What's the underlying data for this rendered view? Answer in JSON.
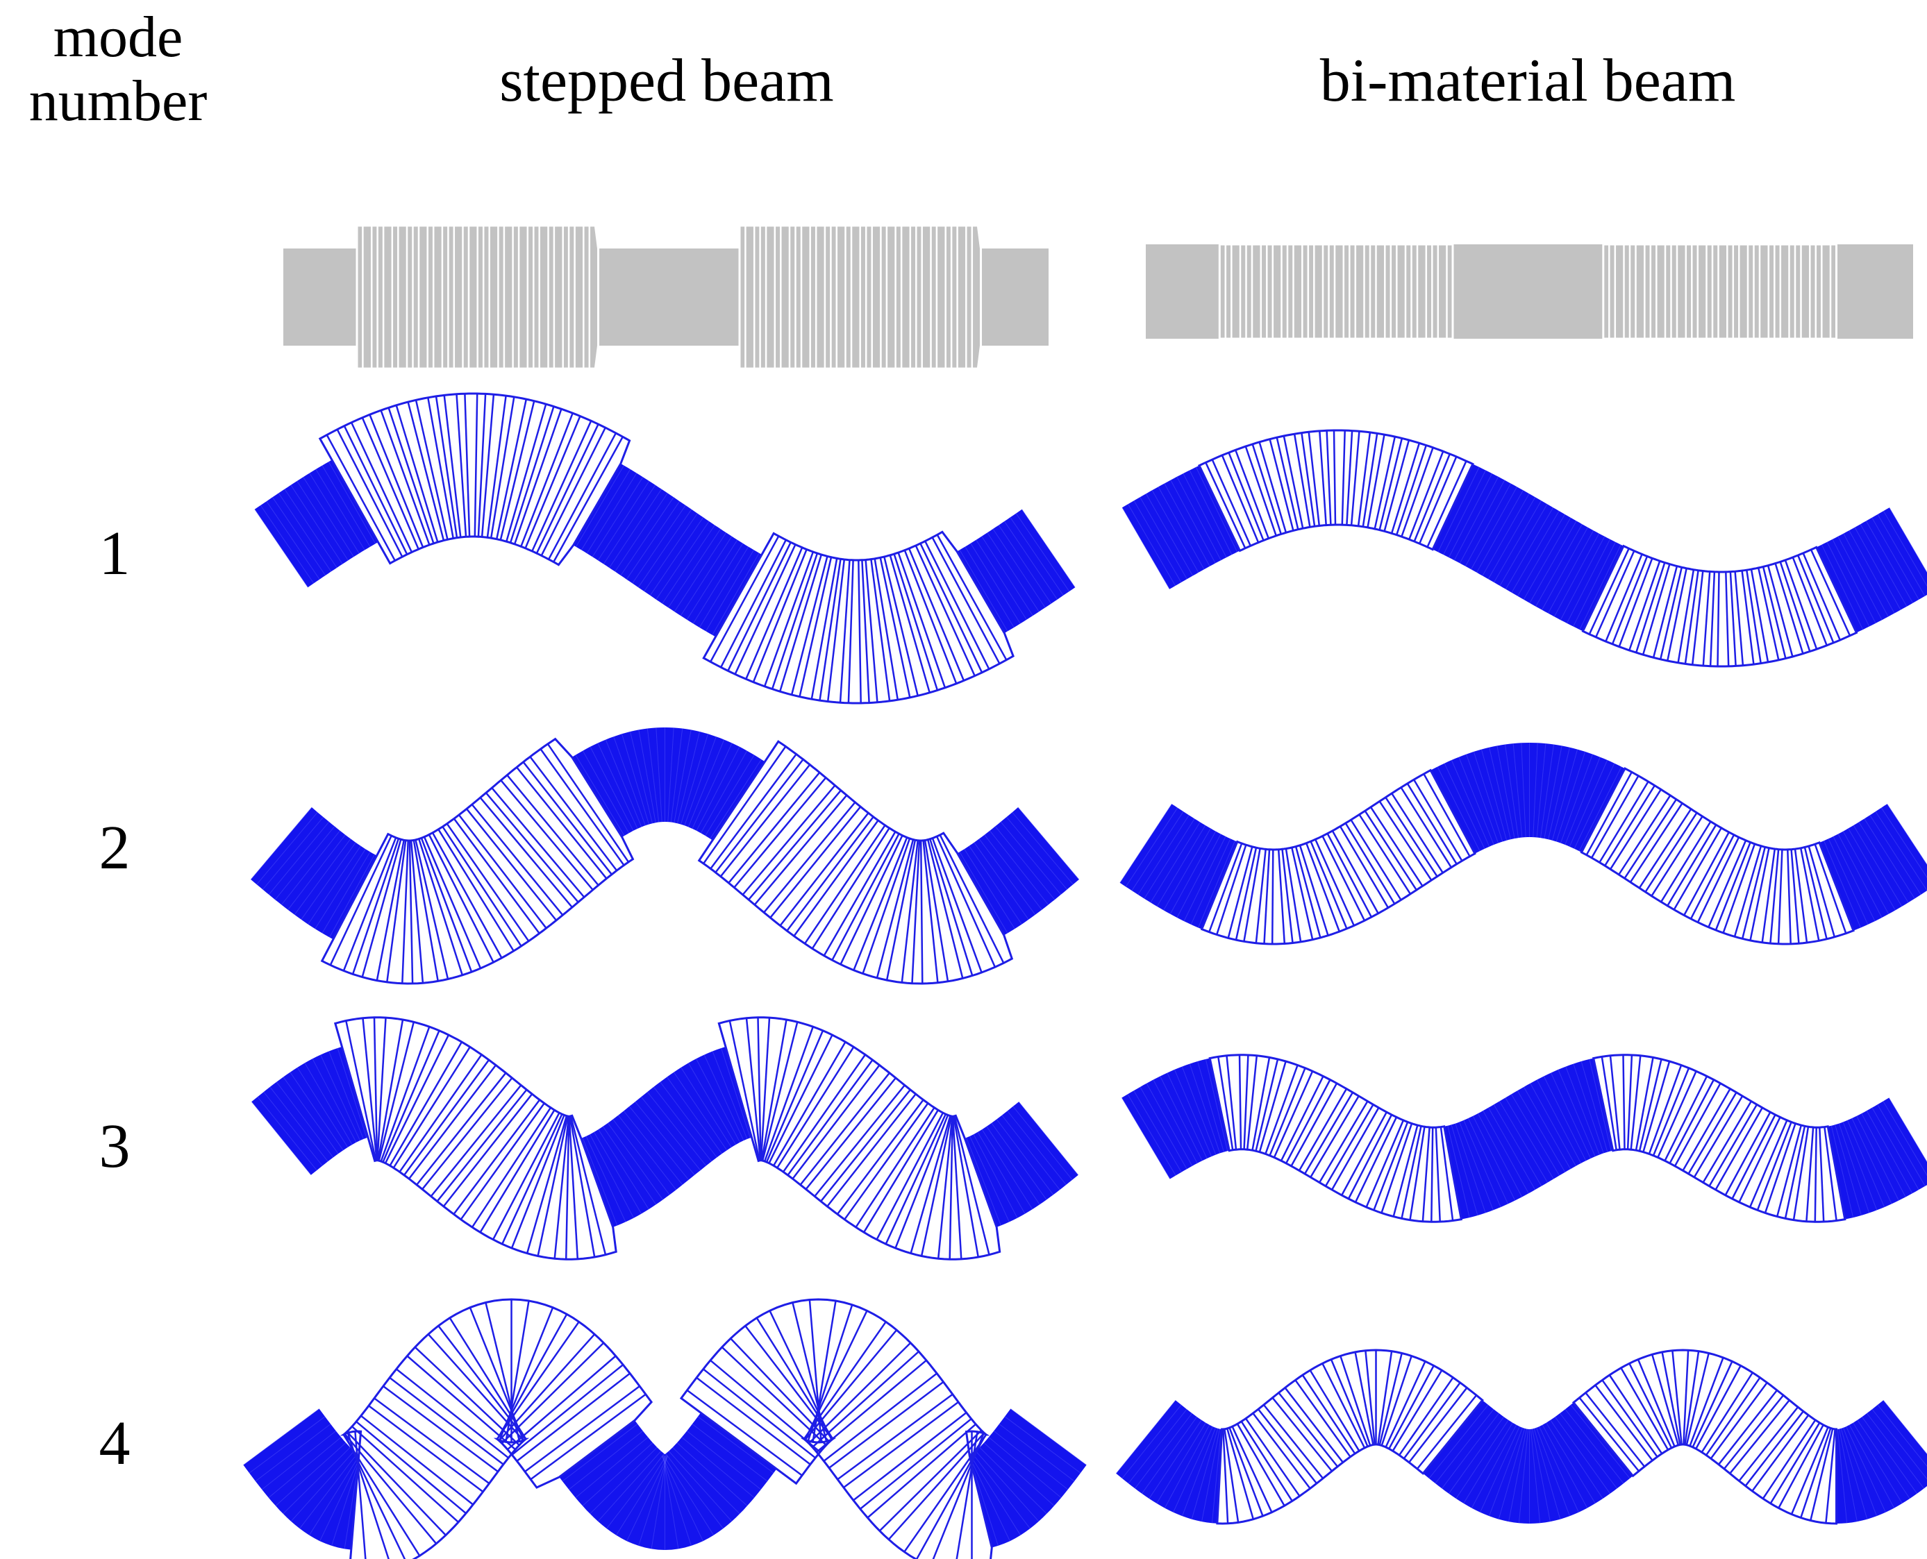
{
  "header": {
    "mode_label_line1": "mode",
    "mode_label_line2": "number",
    "column_stepped": "stepped beam",
    "column_bimaterial": "bi-material beam"
  },
  "modes": [
    {
      "number": "1"
    },
    {
      "number": "2"
    },
    {
      "number": "3"
    },
    {
      "number": "4"
    }
  ],
  "colors": {
    "undeformed_fill": "#c2c2c2",
    "undeformed_lines": "#ffffff",
    "mode_fill": "#1414ee",
    "mode_lines": "#1e1ee6",
    "section_fill": "#ffffff"
  },
  "icons": [
    "stepped-beam-shape",
    "bimaterial-beam-shape"
  ]
}
